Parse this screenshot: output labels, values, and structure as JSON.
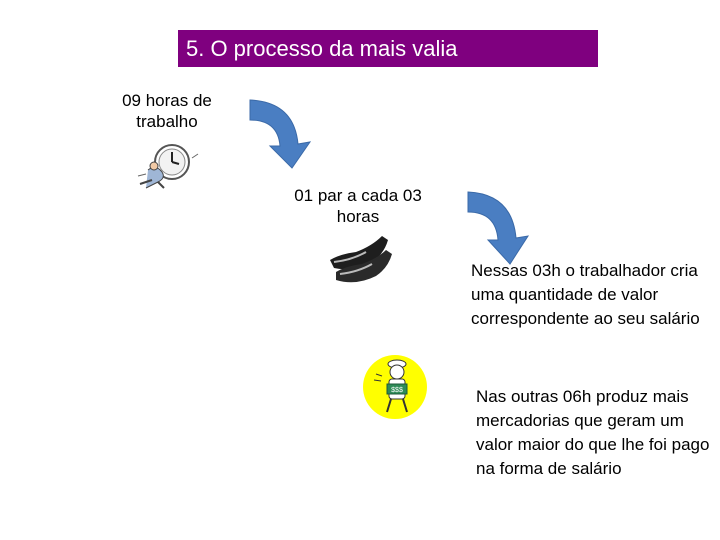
{
  "title": "5. O processo da mais valia",
  "steps": {
    "hours_label": "09 horas de trabalho",
    "pair_label": "01 par a cada 03 horas",
    "salary_text": "Nessas 03h o trabalhador cria uma quantidade de valor correspondente ao seu salário",
    "surplus_text": "Nas outras 06h produz mais mercadorias que geram um valor maior do que lhe foi pago na forma de salário"
  },
  "icons": {
    "clock": "clock-runner-icon",
    "arrow": "curved-arrow-icon",
    "shoes": "shoes-icon",
    "worker": "worker-money-icon"
  },
  "colors": {
    "title_bg": "#7f007f",
    "arrow": "#4a7ec2",
    "worker_bg": "#ffff00"
  }
}
